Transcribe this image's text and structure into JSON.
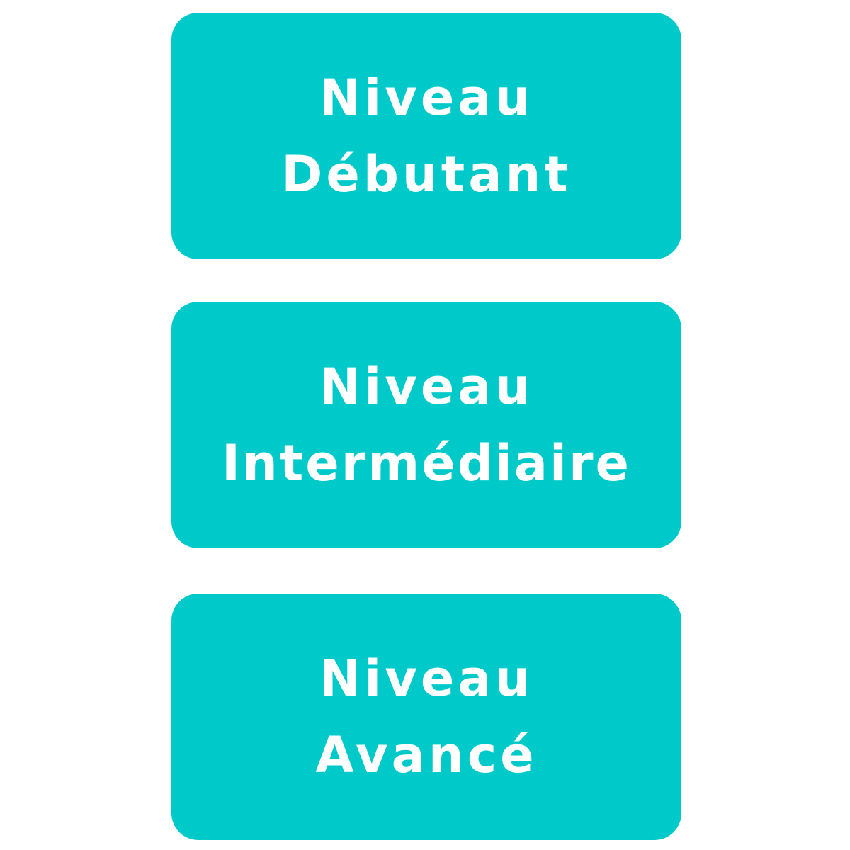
{
  "colors": {
    "card_background": "#00C9C9",
    "card_text": "#FFFFFF",
    "page_background": "#FFFFFF"
  },
  "levels": [
    {
      "line1": "Niveau",
      "line2": "Débutant"
    },
    {
      "line1": "Niveau",
      "line2": "Intermédiaire"
    },
    {
      "line1": "Niveau",
      "line2": "Avancé"
    }
  ]
}
